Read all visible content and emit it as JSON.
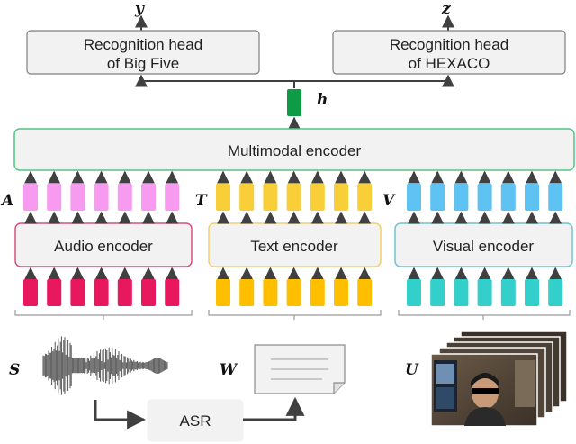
{
  "outputs": {
    "big_five_head": {
      "line1": "Recognition head",
      "line2": "of Big Five",
      "output_var": "y"
    },
    "hexaco_head": {
      "line1": "Recognition head",
      "line2": "of HEXACO",
      "output_var": "z"
    },
    "shared_var": "h"
  },
  "multimodal_encoder": {
    "label": "Multimodal encoder",
    "border_color": "#55c485"
  },
  "branches": {
    "audio": {
      "encoder_label": "Audio encoder",
      "feature_var": "A",
      "input_var": "S",
      "border_color": "#d9517a",
      "feature_color": "#f79bf0",
      "input_color": "#e8185f"
    },
    "text": {
      "encoder_label": "Text encoder",
      "feature_var": "T",
      "input_var": "W",
      "border_color": "#f1cf72",
      "feature_color": "#f8cf38",
      "input_color": "#fdbf00"
    },
    "visual": {
      "encoder_label": "Visual encoder",
      "feature_var": "V",
      "input_var": "U",
      "border_color": "#6fc3cf",
      "feature_color": "#5ec2f3",
      "input_color": "#32cfcb"
    }
  },
  "asr": {
    "label": "ASR"
  },
  "colors": {
    "h_token": "#0e9b45",
    "box_fill": "#f2f2f2",
    "box_border": "#7f7f7f"
  }
}
